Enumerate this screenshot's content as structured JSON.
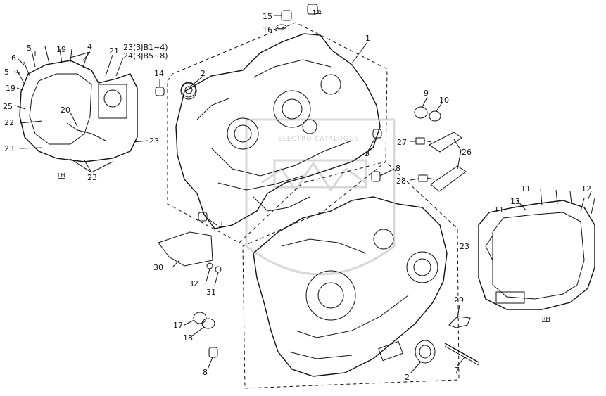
{
  "labels": {
    "p1": "1",
    "p2a": "2",
    "p2b": "2",
    "p3a": "3",
    "p3b": "3",
    "p4": "4",
    "p5a": "5",
    "p5b": "5",
    "p6": "6",
    "p7": "7",
    "p8a": "8",
    "p8b": "8",
    "p9": "9",
    "p10": "10",
    "p11a": "11",
    "p11b": "11",
    "p12": "12",
    "p13": "13",
    "p14a": "14",
    "p14b": "14",
    "p15": "15",
    "p16": "16",
    "p17": "17",
    "p18": "18",
    "p19a": "19",
    "p19b": "19",
    "p20": "20",
    "p21": "21",
    "p22": "22",
    "p23a": "23",
    "p23b": "23",
    "p23c": "23",
    "p23d": "23",
    "p23note": "23(3JB1∼4)",
    "p24note": "24(3JB5∼8)",
    "p25": "25",
    "p26": "26",
    "p27": "27",
    "p28": "28",
    "p29": "29",
    "p30": "30",
    "p31": "31",
    "p32": "32"
  },
  "sides": {
    "lh": "LH",
    "rh": "RH"
  }
}
